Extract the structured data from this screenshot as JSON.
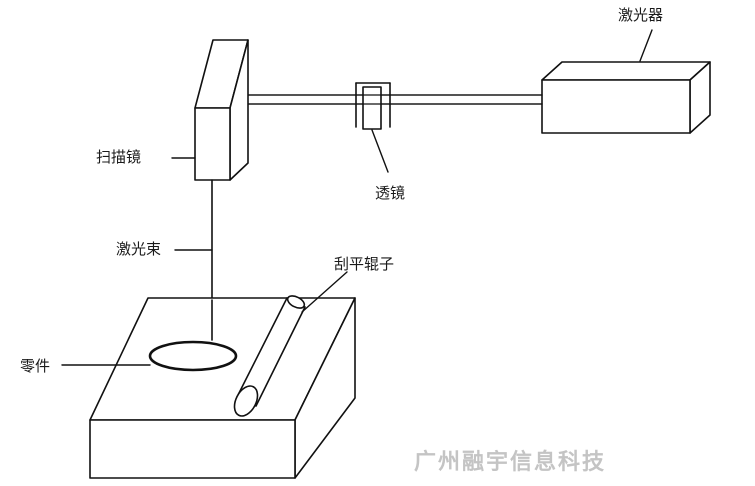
{
  "labels": {
    "laser": "激光器",
    "scanner": "扫描镜",
    "lens": "透镜",
    "beam": "激光束",
    "roller": "刮平辊子",
    "part": "零件"
  },
  "watermark": "广州融宇信息科技",
  "colors": {
    "line": "#111111",
    "text": "#1a1a1a",
    "watermark": "#c4c4c4",
    "background": "#ffffff"
  }
}
